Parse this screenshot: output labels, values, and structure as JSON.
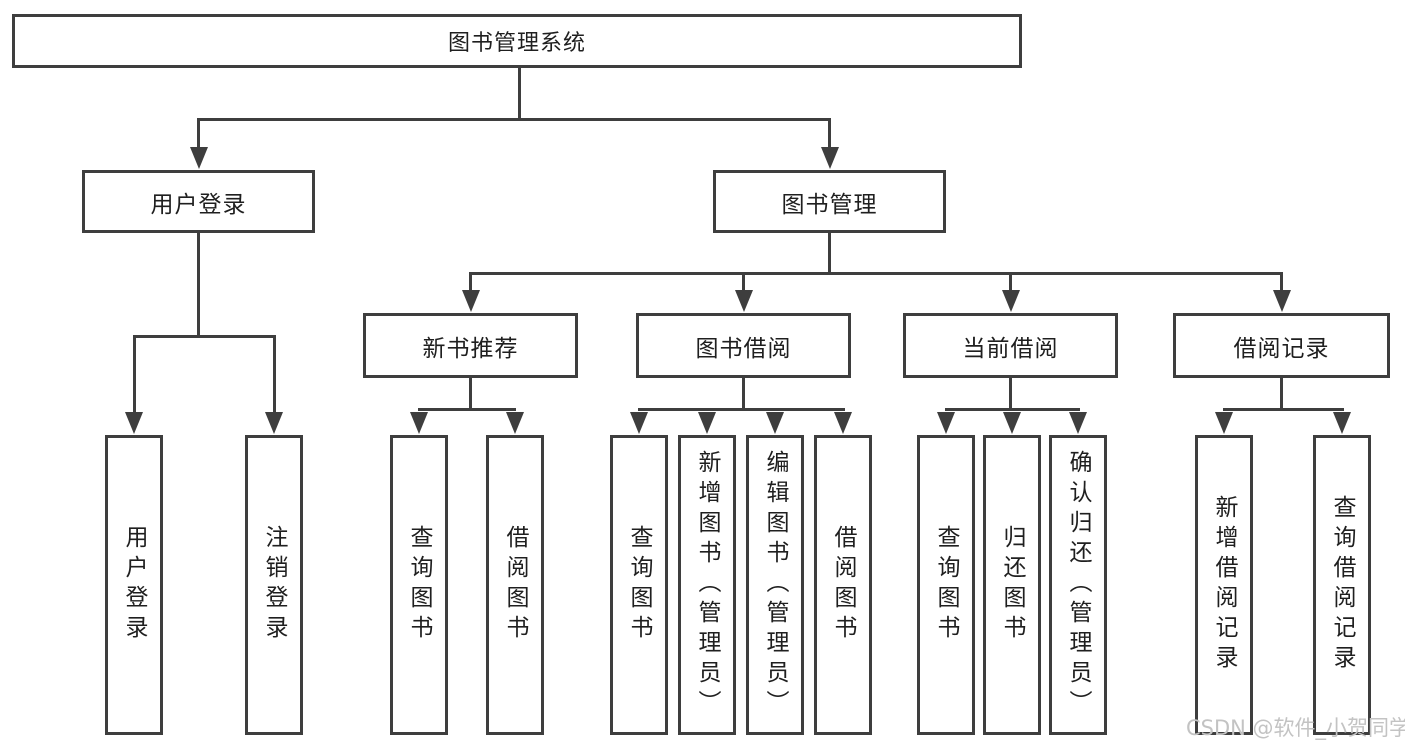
{
  "diagram": {
    "title": "图书管理系统",
    "level2": {
      "user_login": {
        "label": "用户登录",
        "children": [
          "用户登录",
          "注销登录"
        ]
      },
      "book_mgmt": {
        "label": "图书管理",
        "groups": [
          {
            "label": "新书推荐",
            "children": [
              "查询图书",
              "借阅图书"
            ]
          },
          {
            "label": "图书借阅",
            "children": [
              "查询图书",
              "新增图书（管理员）",
              "编辑图书（管理员）",
              "借阅图书"
            ]
          },
          {
            "label": "当前借阅",
            "children": [
              "查询图书",
              "归还图书",
              "确认归还（管理员）"
            ]
          },
          {
            "label": "借阅记录",
            "children": [
              "新增借阅记录",
              "查询借阅记录"
            ]
          }
        ]
      }
    },
    "colors": {
      "line": "#3e3e3e",
      "text": "#1f1f1f",
      "watermark": "#c3c3c3"
    },
    "watermark": "CSDN @软件_小贺同学"
  }
}
